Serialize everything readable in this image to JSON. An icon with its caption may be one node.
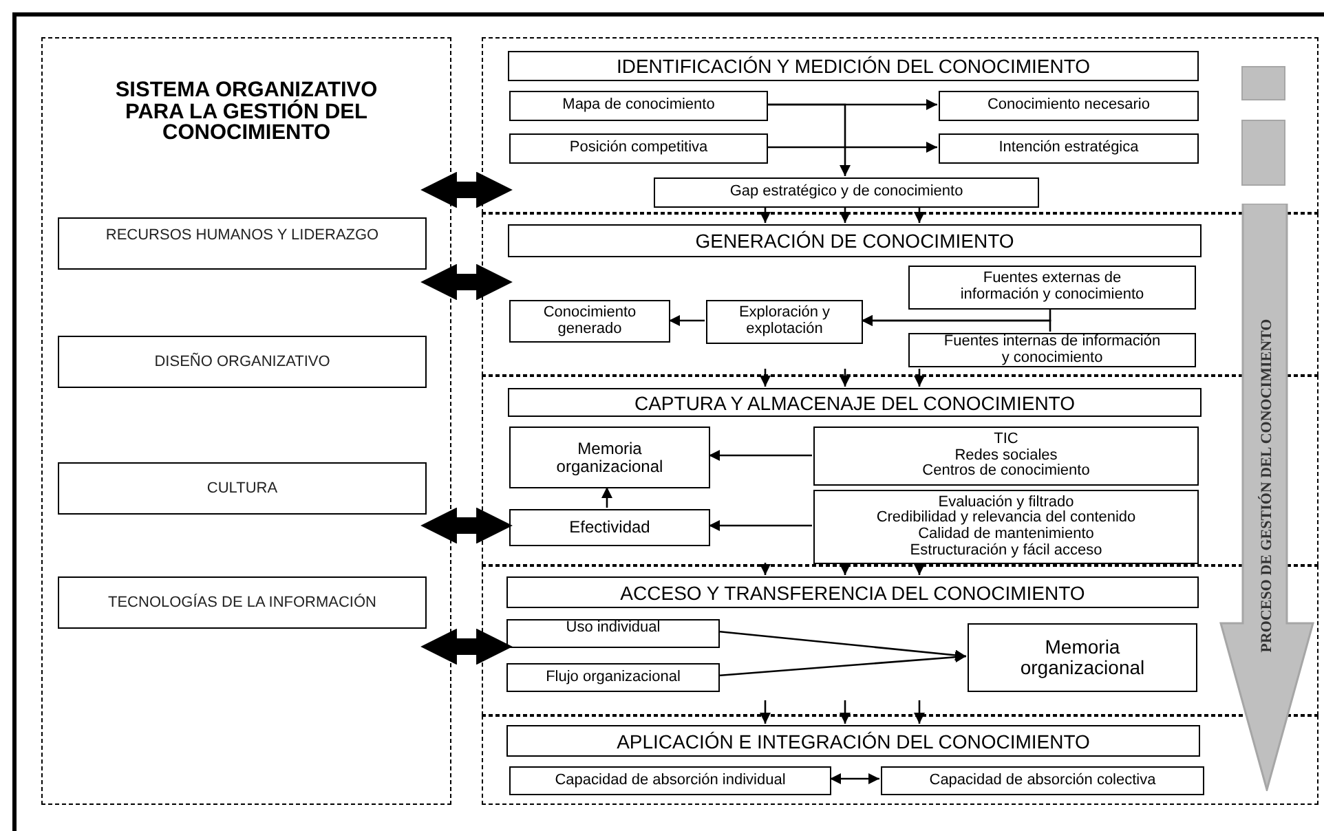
{
  "diagram": {
    "nodes": [
      {
        "text": [
          "SISTEMA ORGANIZATIVO PARA LA GESTIÓN DEL CONOCIMIENTO"
        ]
      },
      {
        "text": [
          "RECURSOS HUMANOS Y LIDERAZGO"
        ],
        "in": 0
      },
      {
        "text": [
          "DISEÑO ORGANIZATIVO"
        ],
        "in": 0
      },
      {
        "text": [
          "CULTURA"
        ],
        "in": 0
      },
      {
        "text": [
          "TECNOLOGÍAS DE LA INFORMACIÓN"
        ],
        "in": 0
      },
      {
        "text": [],
        "shape": "box"
      },
      {
        "text": [
          "IDENTIFICACIÓN Y MEDICIÓN DEL CONOCIMIENTO"
        ],
        "in": 5
      },
      {
        "text": [
          "Mapa de conocimiento"
        ],
        "in": 5
      },
      {
        "text": [
          "Conocimiento necesario"
        ],
        "in": 5
      },
      {
        "text": [
          "Posición competitiva"
        ],
        "in": 5
      },
      {
        "text": [
          "Intención estratégica"
        ],
        "in": 5
      },
      {
        "text": [
          "Gap estratégico y de conocimiento"
        ],
        "in": 5
      },
      {
        "text": [],
        "shape": "box"
      },
      {
        "text": [
          "GENERACIÓN DE CONOCIMIENTO"
        ],
        "in": 12
      },
      {
        "text": [
          "Fuentes externas de información y conocimiento"
        ],
        "in": 12
      },
      {
        "text": [
          "Conocimiento generado"
        ],
        "in": 12
      },
      {
        "text": [
          "Exploración y explotación"
        ],
        "in": 12
      },
      {
        "text": [
          "Fuentes internas de información y conocimiento"
        ],
        "in": 12
      },
      {
        "text": [],
        "shape": "box"
      },
      {
        "text": [
          "CAPTURA Y ALMACENAJE DEL CONOCIMIENTO"
        ],
        "in": 18
      },
      {
        "text": [
          "Memoria organizacional"
        ],
        "in": 18
      },
      {
        "text": [
          "TIC",
          "Redes sociales",
          "Centros de conocimiento"
        ],
        "in": 18
      },
      {
        "text": [
          "Efectividad"
        ],
        "in": 18
      },
      {
        "text": [
          "Evaluación y filtrado",
          "Credibilidad y relevancia del contenido",
          "Calidad de mantenimiento",
          "Estructuración y fácil acceso"
        ],
        "in": 18
      },
      {
        "text": [],
        "shape": "box"
      },
      {
        "text": [
          "ACCESO Y TRANSFERENCIA DEL CONOCIMIENTO"
        ],
        "in": 24
      },
      {
        "text": [
          "Uso individual"
        ],
        "in": 24
      },
      {
        "text": [
          "Flujo organizacional"
        ],
        "in": 24
      },
      {
        "text": [
          "Memoria organizacional"
        ],
        "in": 24
      },
      {
        "text": [],
        "shape": "box"
      },
      {
        "text": [
          "APLICACIÓN E INTEGRACIÓN DEL CONOCIMIENTO"
        ],
        "in": 29
      },
      {
        "text": [
          "Capacidad de absorción individual"
        ],
        "in": 29
      },
      {
        "text": [
          "Capacidad de absorción colectiva"
        ],
        "in": 29
      },
      {
        "text": [
          "PROCESO DE GESTIÓN DEL CONOCIMIENTO"
        ]
      }
    ],
    "edges": [
      {
        "from": 7,
        "to": 8,
        "arrow": "to"
      },
      {
        "from": 9,
        "to": 10,
        "arrow": "to"
      },
      {
        "from": 7,
        "to": 11,
        "arrow": "to"
      },
      {
        "from": 11,
        "to": 13,
        "arrow": "to"
      },
      {
        "from": 11,
        "to": 13,
        "arrow": "to"
      },
      {
        "from": 11,
        "to": 13,
        "arrow": "to"
      },
      {
        "from": 14,
        "to": 16,
        "arrow": "to"
      },
      {
        "from": 17,
        "to": 16,
        "arrow": "to"
      },
      {
        "from": 16,
        "to": 15,
        "arrow": "to"
      },
      {
        "from": 12,
        "to": 19,
        "arrow": "to"
      },
      {
        "from": 12,
        "to": 19,
        "arrow": "to"
      },
      {
        "from": 12,
        "to": 19,
        "arrow": "to"
      },
      {
        "from": 21,
        "to": 20,
        "arrow": "to"
      },
      {
        "from": 23,
        "to": 22,
        "arrow": "to"
      },
      {
        "from": 22,
        "to": 20,
        "arrow": "to"
      },
      {
        "from": 18,
        "to": 25,
        "arrow": "to"
      },
      {
        "from": 23,
        "to": 25,
        "arrow": "to"
      },
      {
        "from": 23,
        "to": 25,
        "arrow": "to"
      },
      {
        "from": 26,
        "to": 28,
        "arrow": "to"
      },
      {
        "from": 27,
        "to": 28,
        "arrow": "to"
      },
      {
        "from": 24,
        "to": 30,
        "arrow": "to"
      },
      {
        "from": 24,
        "to": 30,
        "arrow": "to"
      },
      {
        "from": 24,
        "to": 30,
        "arrow": "to"
      },
      {
        "from": 31,
        "to": 32,
        "arrow": "both"
      },
      {
        "from": 0,
        "to": 5,
        "arrow": "both",
        "style": "thick"
      },
      {
        "from": 0,
        "to": 12,
        "arrow": "both",
        "style": "thick"
      },
      {
        "from": 0,
        "to": 18,
        "arrow": "both",
        "style": "thick"
      },
      {
        "from": 0,
        "to": 24,
        "arrow": "both",
        "style": "thick"
      }
    ]
  }
}
